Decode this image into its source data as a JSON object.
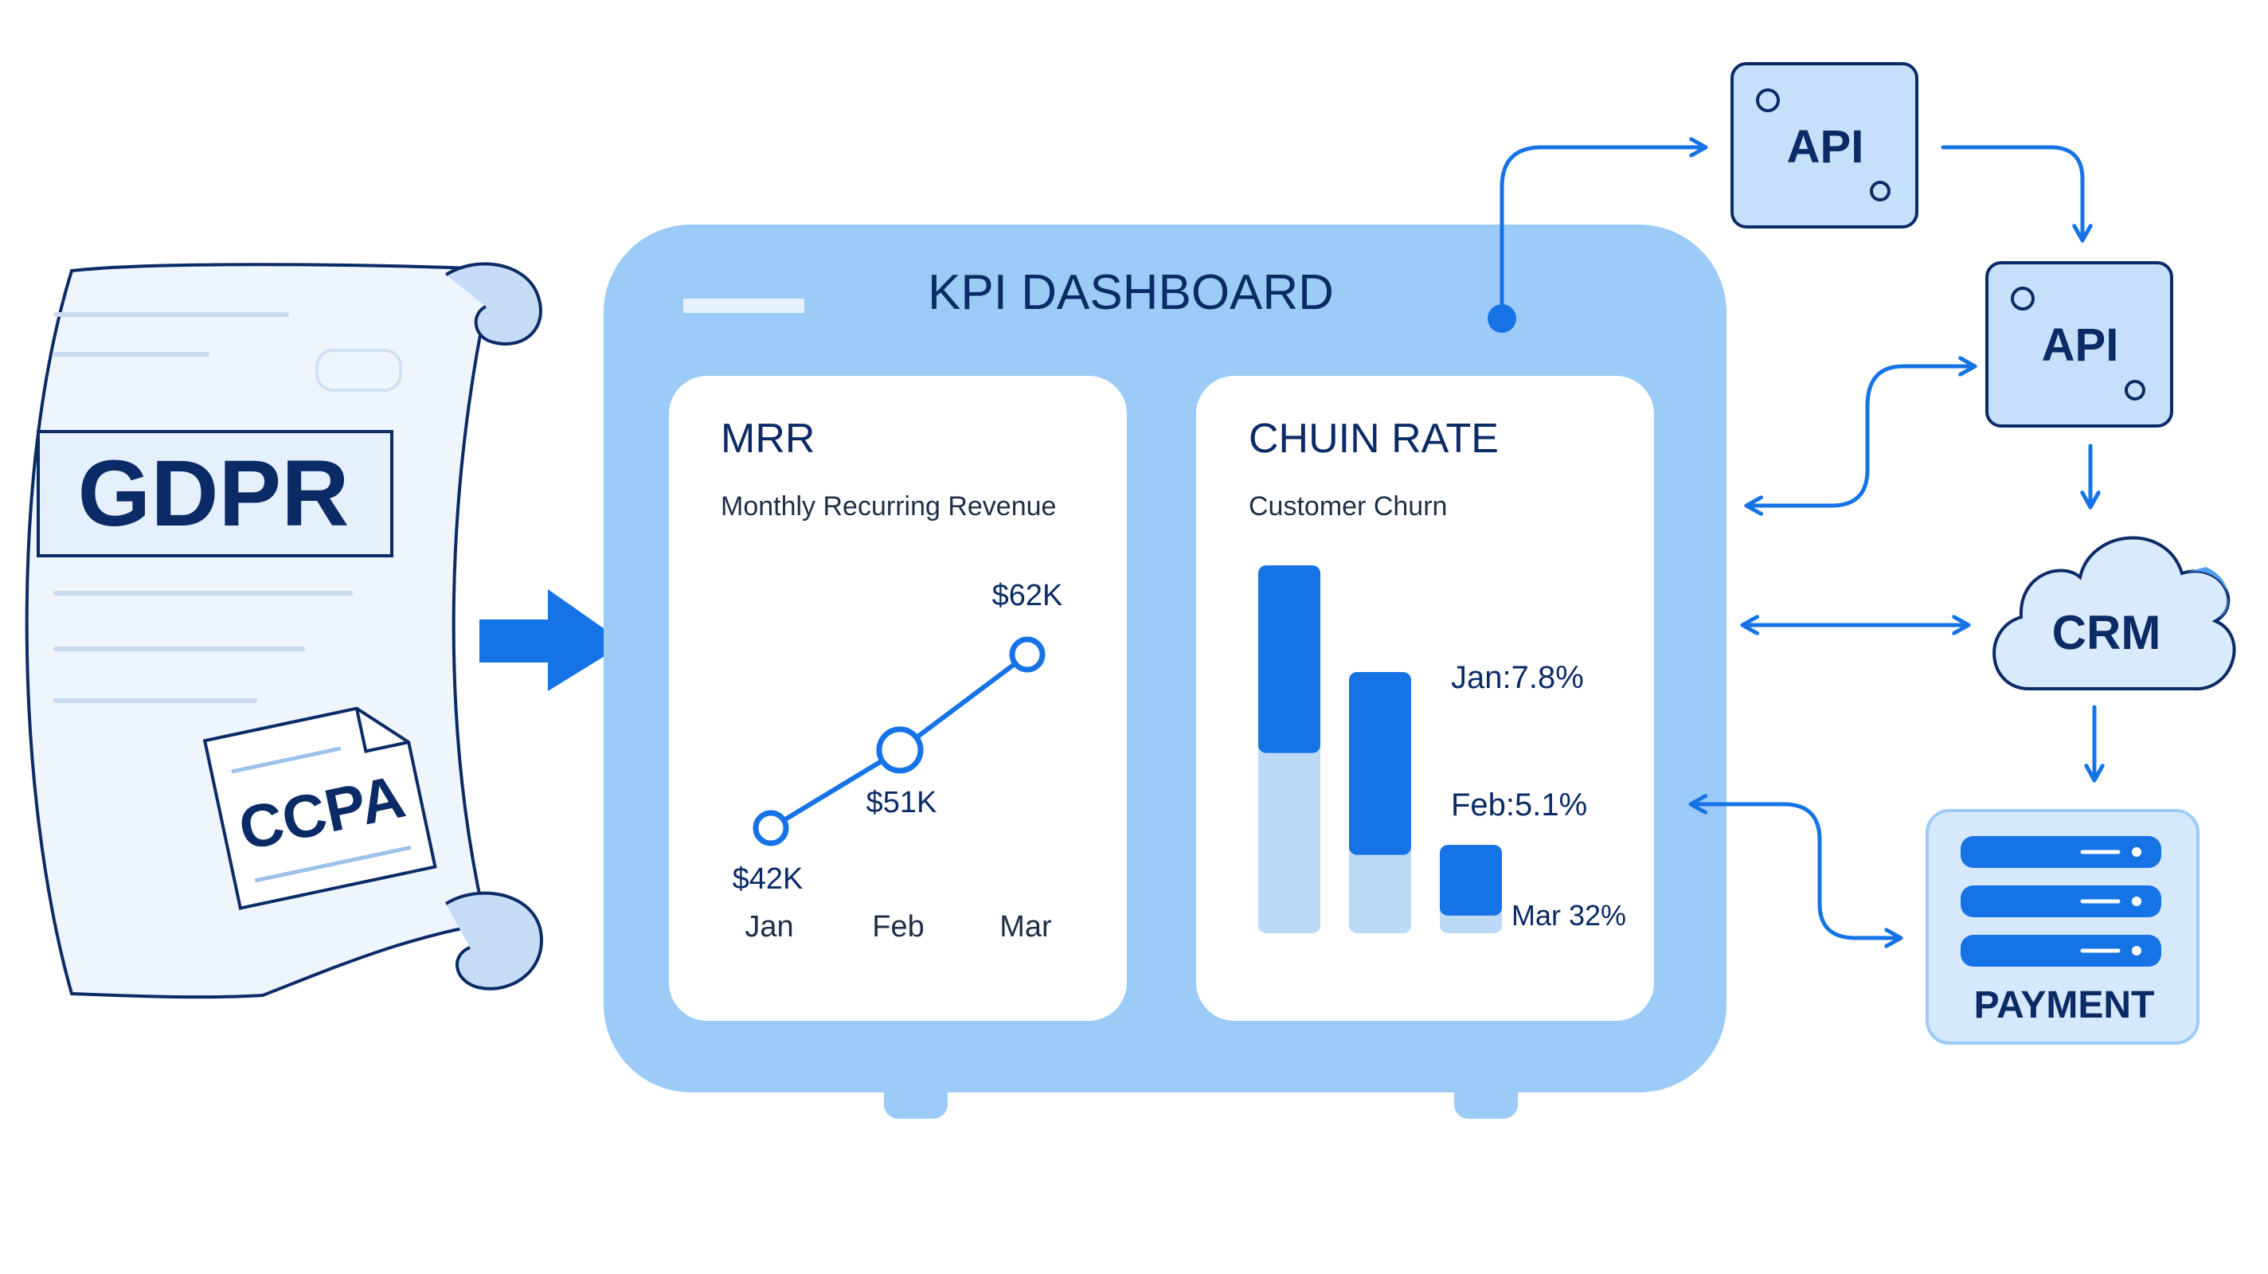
{
  "colors": {
    "navy": "#0b2b66",
    "blue": "#1673e6",
    "light_blue": "#9ccbf8",
    "pale_blue": "#d6e8fb",
    "panel_white": "#ffffff",
    "scroll_fill": "#eef5fd"
  },
  "compliance": {
    "gdpr_label": "GDPR",
    "ccpa_label": "CCPA"
  },
  "dashboard": {
    "title": "KPI DASHBOARD",
    "mrr_card": {
      "title": "MRR",
      "subtitle": "Monthly Recurring Revenue"
    },
    "churn_card": {
      "title": "CHUIN RATE",
      "subtitle": "Customer Churn"
    }
  },
  "chart_data": [
    {
      "type": "line",
      "title": "MRR",
      "subtitle": "Monthly Recurring Revenue",
      "categories": [
        "Jan",
        "Feb",
        "Mar"
      ],
      "values": [
        42,
        51,
        62
      ],
      "labels": [
        "$42K",
        "$51K",
        "$62K"
      ]
    },
    {
      "type": "bar",
      "title": "CHUIN RATE",
      "subtitle": "Customer Churn",
      "labels": [
        "Jan:7.8%",
        "Feb:5.1%",
        "Mar 32%"
      ],
      "bars": [
        {
          "dark_fraction": 0.51,
          "total_fraction": 1.0
        },
        {
          "dark_fraction": 0.7,
          "total_fraction": 0.71
        },
        {
          "dark_fraction": 0.8,
          "total_fraction": 0.24
        }
      ]
    }
  ],
  "integrations": {
    "api_1": "API",
    "api_2": "API",
    "crm": "CRM",
    "payment": "PAYMENT"
  },
  "icons": {
    "scroll": "document-scroll-icon",
    "page": "document-page-icon",
    "cloud": "cloud-icon",
    "server": "server-icon"
  }
}
